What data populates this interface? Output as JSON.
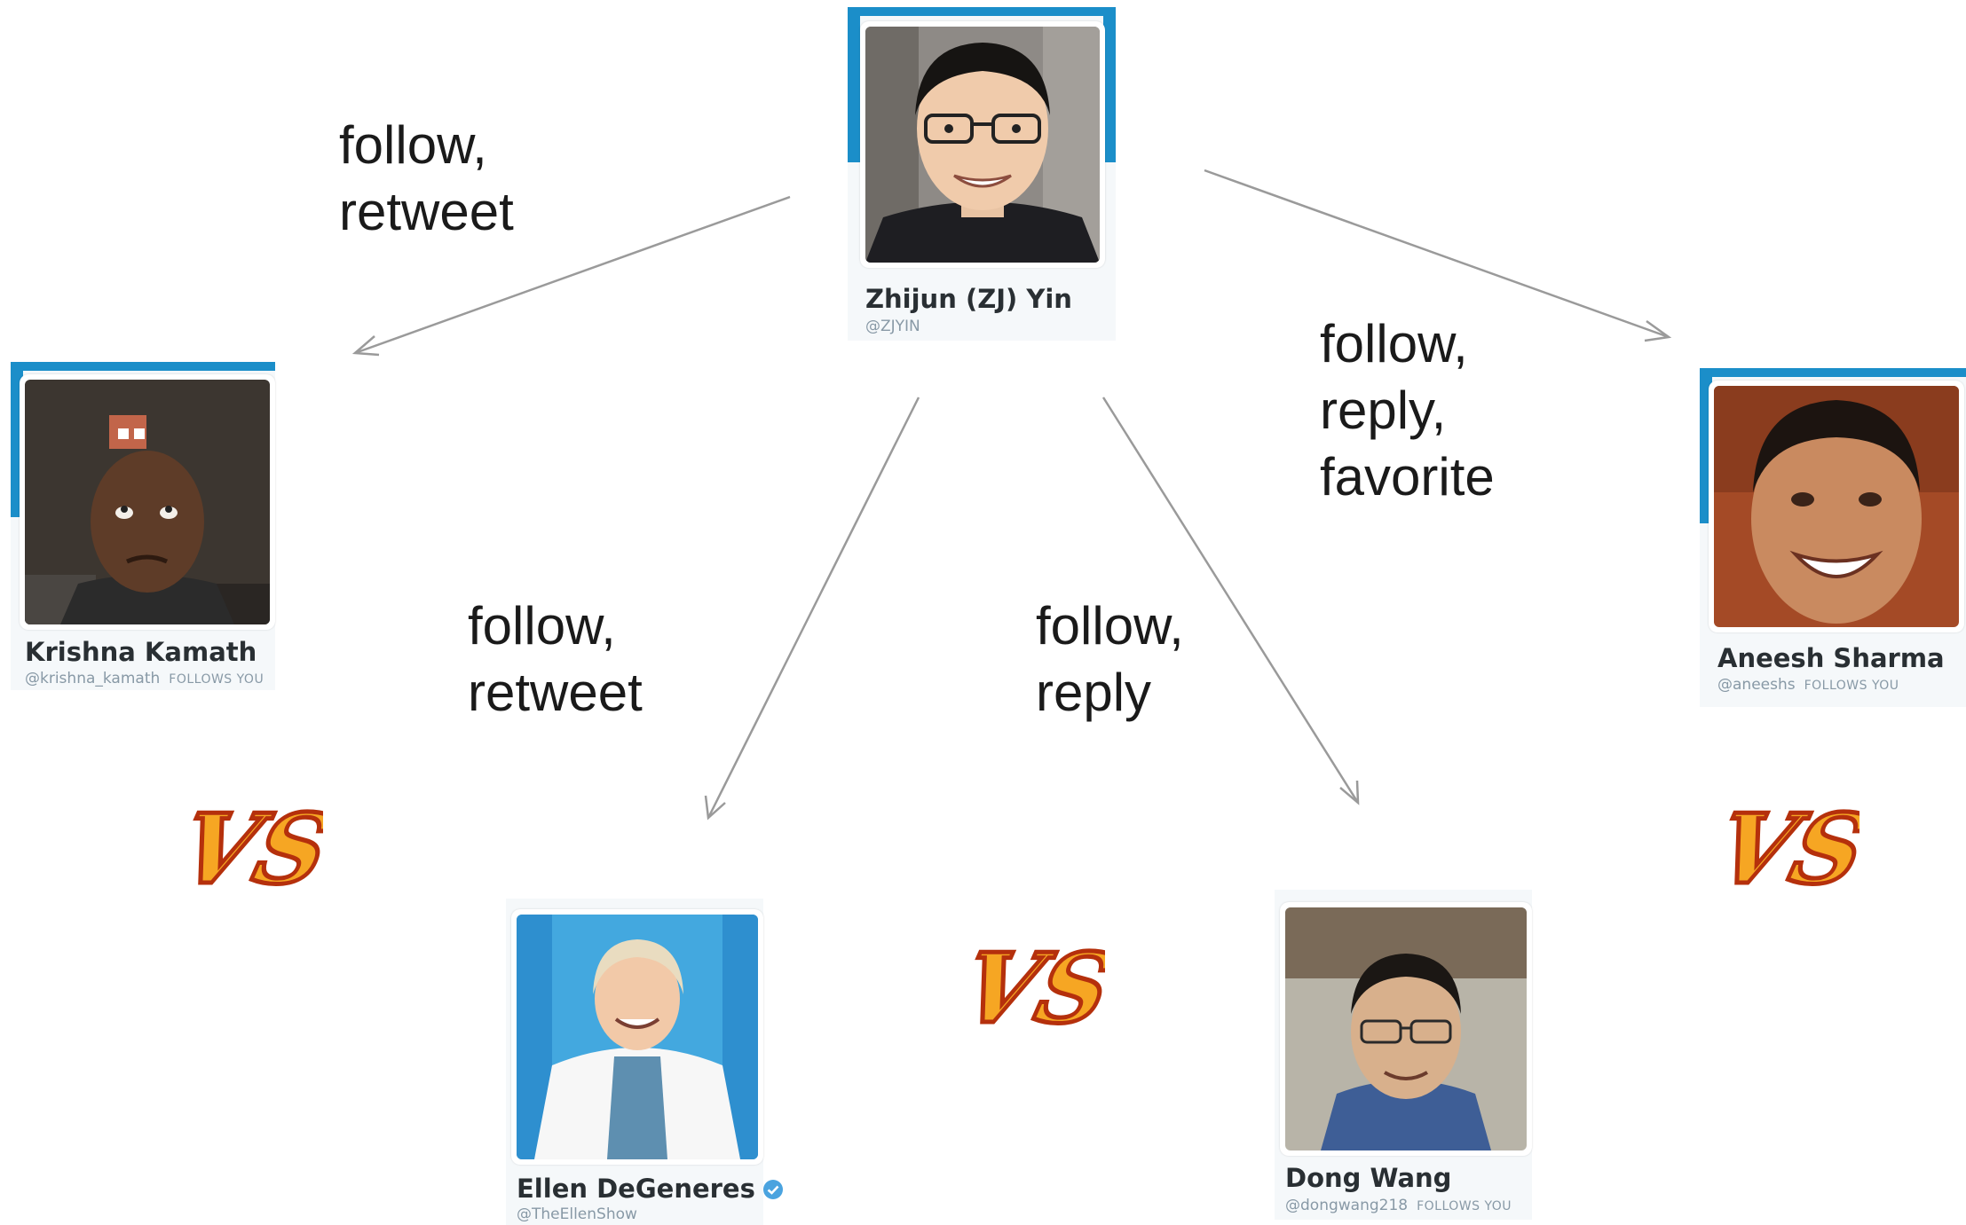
{
  "center": {
    "name": "Zhijun (ZJ) Yin",
    "handle": "@ZJYIN"
  },
  "profiles": {
    "krishna": {
      "name": "Krishna Kamath",
      "handle": "@krishna_kamath",
      "follows": "FOLLOWS YOU"
    },
    "ellen": {
      "name": "Ellen DeGeneres",
      "handle": "@TheEllenShow"
    },
    "dong": {
      "name": "Dong Wang",
      "handle": "@dongwang218",
      "follows": "FOLLOWS YOU"
    },
    "aneesh": {
      "name": "Aneesh Sharma",
      "handle": "@aneeshs",
      "follows": "FOLLOWS YOU"
    }
  },
  "edge_labels": {
    "to_krishna": "follow,\nretweet",
    "to_ellen": "follow,\nretweet",
    "to_dong": "follow,\nreply",
    "to_aneesh": "follow,\nreply,\nfavorite"
  },
  "vs_text": "VS",
  "colors": {
    "twitter_blue": "#1b8ec9",
    "arrow": "#999999",
    "vs_fill": "#f6a623",
    "vs_outline": "#b5300c"
  },
  "icons": [
    "verified-badge-icon",
    "vs-badge-icon"
  ]
}
